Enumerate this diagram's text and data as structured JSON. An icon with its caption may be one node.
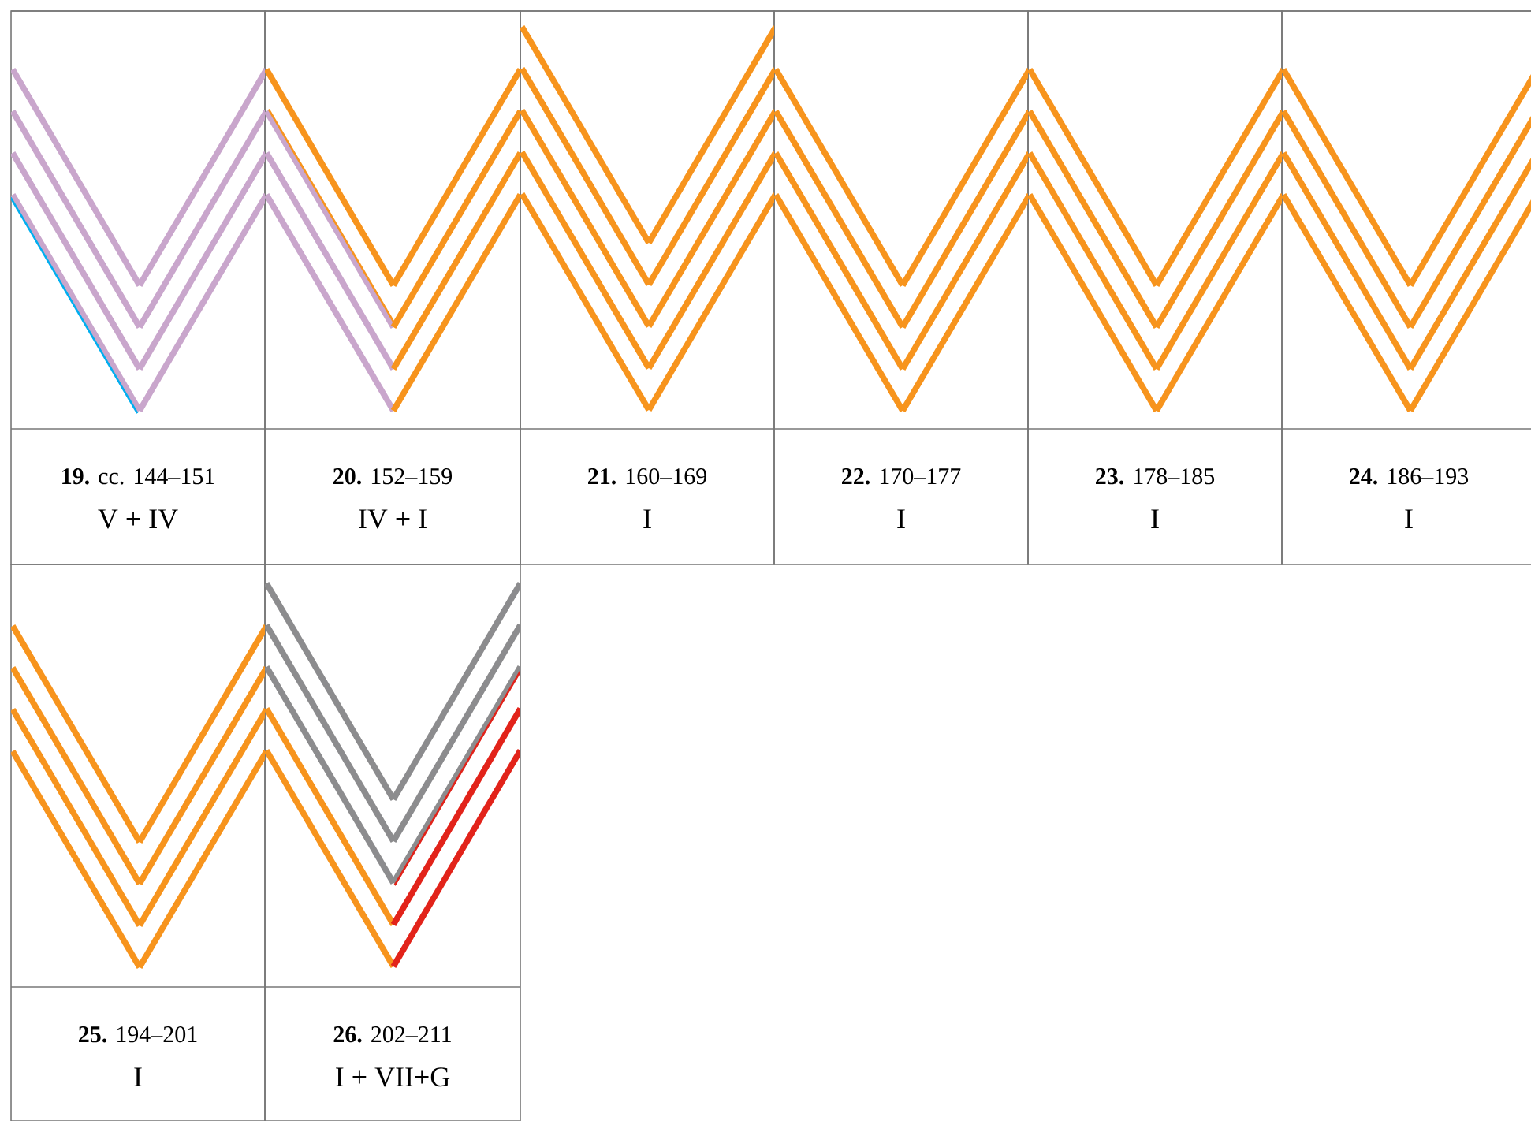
{
  "diagram": {
    "labels": [
      "**19.** cc. 144–151",
      "V + IV",
      "**20.** 152–159",
      "IV + I",
      "**21.** 160–169",
      "I",
      "**22.** 170–177",
      "I",
      "**23.** 178–185",
      "I",
      "**24.** 186–193",
      "I",
      "**25.** 194–201",
      "I",
      "**26.** 202–211",
      "I + VII+G"
    ]
  }
}
